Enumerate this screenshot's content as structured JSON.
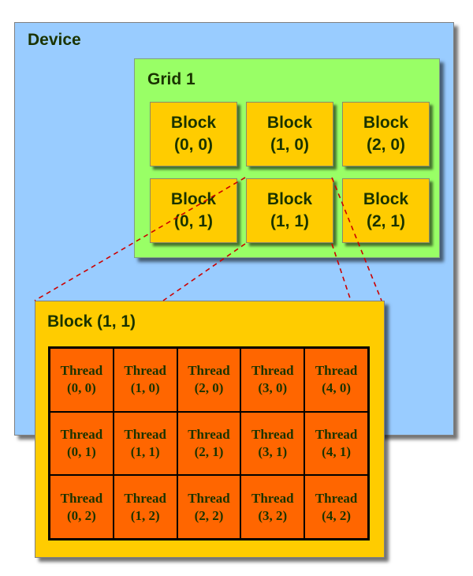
{
  "device": {
    "label": "Device"
  },
  "grid": {
    "label": "Grid 1",
    "blocks": [
      {
        "word": "Block",
        "coord": "(0, 0)"
      },
      {
        "word": "Block",
        "coord": "(1, 0)"
      },
      {
        "word": "Block",
        "coord": "(2, 0)"
      },
      {
        "word": "Block",
        "coord": "(0, 1)"
      },
      {
        "word": "Block",
        "coord": "(1, 1)"
      },
      {
        "word": "Block",
        "coord": "(2, 1)"
      }
    ]
  },
  "block_detail": {
    "label": "Block (1, 1)",
    "threads": [
      {
        "word": "Thread",
        "coord": "(0, 0)"
      },
      {
        "word": "Thread",
        "coord": "(1, 0)"
      },
      {
        "word": "Thread",
        "coord": "(2, 0)"
      },
      {
        "word": "Thread",
        "coord": "(3, 0)"
      },
      {
        "word": "Thread",
        "coord": "(4, 0)"
      },
      {
        "word": "Thread",
        "coord": "(0, 1)"
      },
      {
        "word": "Thread",
        "coord": "(1, 1)"
      },
      {
        "word": "Thread",
        "coord": "(2, 1)"
      },
      {
        "word": "Thread",
        "coord": "(3, 1)"
      },
      {
        "word": "Thread",
        "coord": "(4, 1)"
      },
      {
        "word": "Thread",
        "coord": "(0, 2)"
      },
      {
        "word": "Thread",
        "coord": "(1, 2)"
      },
      {
        "word": "Thread",
        "coord": "(2, 2)"
      },
      {
        "word": "Thread",
        "coord": "(3, 2)"
      },
      {
        "word": "Thread",
        "coord": "(4, 2)"
      }
    ]
  },
  "colors": {
    "device": "#99ccff",
    "grid": "#99ff66",
    "block": "#ffcc00",
    "thread": "#ff6600",
    "text": "#1a3300",
    "connector": "#cc0000"
  }
}
